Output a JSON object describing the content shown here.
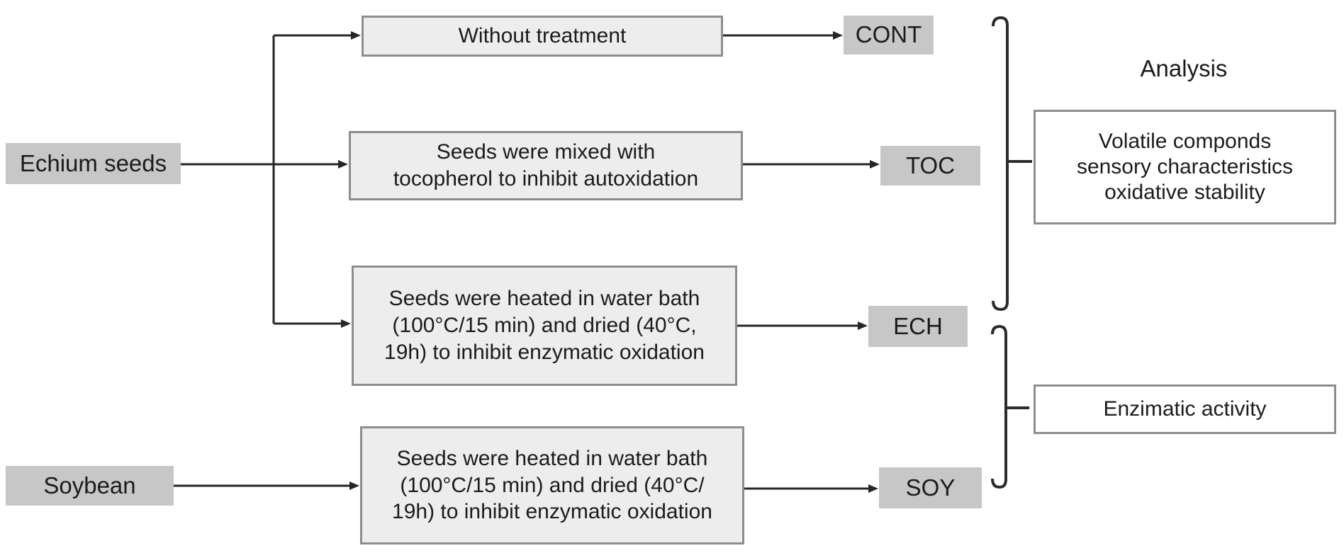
{
  "figure": {
    "sources": [
      {
        "label": "Echium seeds"
      },
      {
        "label": "Soybean"
      }
    ],
    "treatments": [
      {
        "text": "Without treatment",
        "code": "CONT"
      },
      {
        "text": "Seeds were mixed with\ntocopherol to inhibit autoxidation",
        "code": "TOC"
      },
      {
        "text": "Seeds were heated in water bath\n(100°C/15 min) and dried (40°C,\n19h) to inhibit enzymatic oxidation",
        "code": "ECH"
      },
      {
        "text": "Seeds were heated in water bath\n(100°C/15 min) and dried (40°C/\n19h) to inhibit enzymatic oxidation",
        "code": "SOY"
      }
    ],
    "analysis": {
      "title": "Analysis",
      "panels": [
        {
          "text": "Volatile componds\nsensory characteristics\noxidative stability",
          "groups": "CONT, TOC, ECH"
        },
        {
          "text": "Enzimatic activity",
          "groups": "ECH, SOY"
        }
      ]
    },
    "colors": {
      "tag_fill": "#c7c7c7",
      "process_fill": "#ededed",
      "box_border": "#8d8d8d",
      "connector": "#262626",
      "text": "#1b1b1b",
      "background": "#ffffff"
    }
  }
}
